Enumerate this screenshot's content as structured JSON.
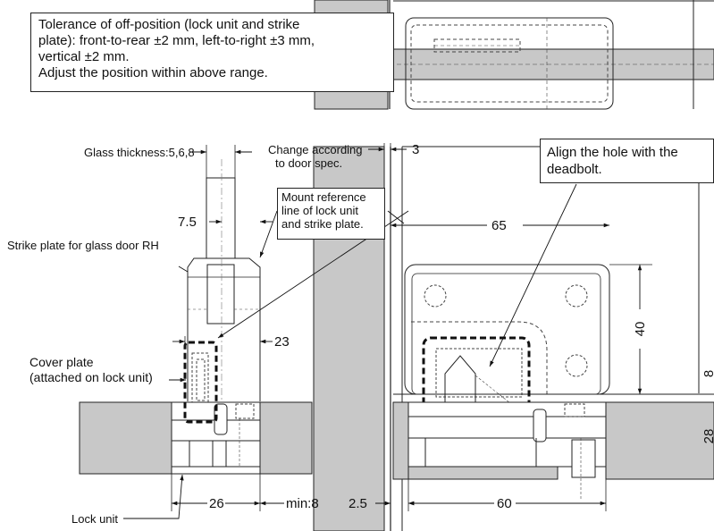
{
  "notes": {
    "tolerance": [
      "Tolerance of off-position (lock unit and strike",
      "plate):  front-to-rear ±2 mm, left-to-right ±3 mm,",
      " vertical ±2 mm.",
      "Adjust the position within above range."
    ],
    "mount_reference": [
      "Mount reference",
      "line of lock unit",
      "and strike plate."
    ],
    "align": [
      "Align the hole with the",
      "deadbolt."
    ]
  },
  "labels": {
    "glass_thickness": "Glass thickness:5,6,8",
    "change_door_spec_1": "Change according",
    "change_door_spec_2": "to door spec.",
    "strike_plate": "Strike plate for glass door RH",
    "cover_plate_1": "Cover plate",
    "cover_plate_2": "(attached on lock unit)",
    "lock_unit": "Lock unit"
  },
  "dimensions": {
    "d_3": "3",
    "d_7_5": "7.5",
    "d_65": "65",
    "d_40": "40",
    "d_23": "23",
    "d_26": "26",
    "d_min8": "min:8",
    "d_2_5": "2.5",
    "d_60": "60",
    "d_8": "8",
    "d_28": "28"
  }
}
